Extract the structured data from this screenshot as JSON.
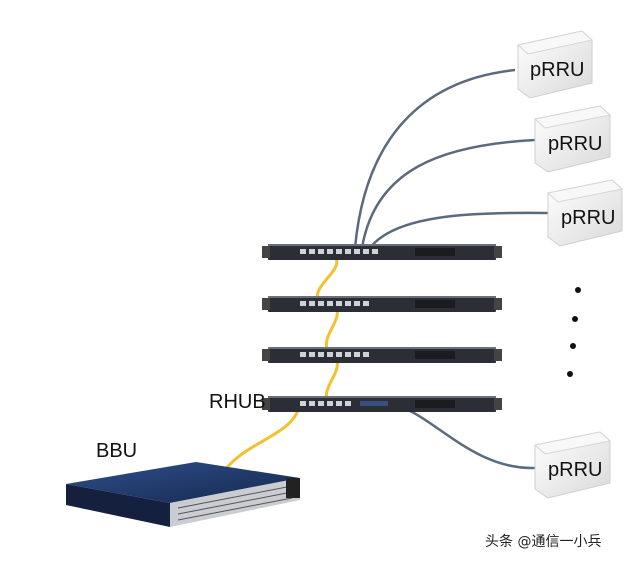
{
  "labels": {
    "rhub": "RHUB",
    "bbu": "BBU",
    "prru": "pRRU"
  },
  "watermark": "头条 @通信一小兵",
  "colors": {
    "fiber": "#f2c12e",
    "cable": "#5b6b7c",
    "device_body": "#2b2f35",
    "bbu_body": "#1f3a6b",
    "prru_body": "#f2f2f2"
  }
}
